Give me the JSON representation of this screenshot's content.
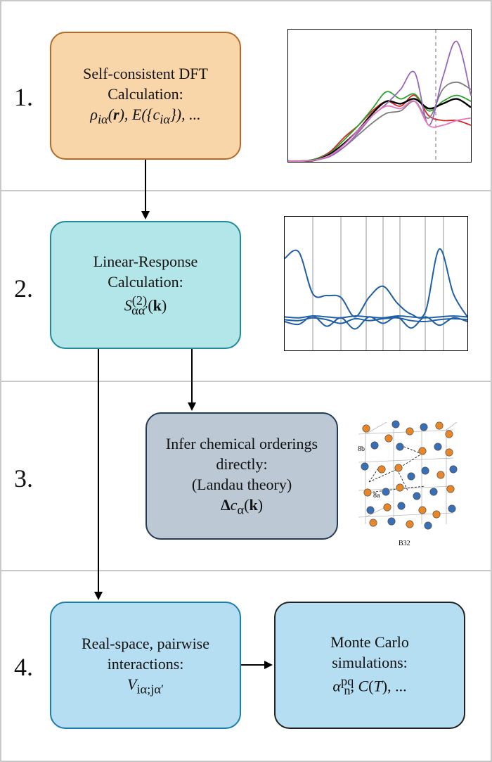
{
  "steps": [
    {
      "number": "1.",
      "lines": [
        "Self-consistent DFT",
        "Calculation:"
      ],
      "math": "ρ",
      "math_html": "ρ<sub>iα</sub>(<b>r</b>), <i>E</i>({<i>c</i><sub>iα</sub>}), ..."
    },
    {
      "number": "2.",
      "lines": [
        "Linear-Response",
        "Calculation:"
      ],
      "math_html": "<i>S</i><sup>(2)</sup><sub style=\"margin-left:-22px\">αα′</sub>(<b>k</b>)"
    },
    {
      "number": "3.",
      "lines": [
        "Infer chemical orderings",
        "directly:",
        "(Landau theory)"
      ],
      "math_html": "<b>Δ</b><i>c</i><sub>α</sub>(<b>k</b>)"
    },
    {
      "number": "4.",
      "lines": [
        "Real-space, pairwise",
        "interactions:"
      ],
      "math_html": "<i>V</i><sub>iα;jα′</sub>"
    },
    {
      "number": "",
      "lines": [
        "Monte Carlo",
        "simulations:"
      ],
      "math_html": "<i>α</i><sup>pq</sup><sub style=\"margin-left:-14px\">n</sub>, <i>C</i>(<i>T</i>), ..."
    }
  ],
  "crystal": {
    "site_labels": [
      "8b",
      "8a"
    ],
    "structure_label": "B32"
  },
  "colors": {
    "dft_fill": "#f9d6a9",
    "lr_fill": "#b3e6e8",
    "infer_fill": "#bcc8d4",
    "realspace_fill": "#b5def2",
    "atom_orange": "#e8862a",
    "atom_blue": "#3a6fb5",
    "line_blue": "#1f5fa6"
  },
  "chart_data": [
    {
      "type": "line",
      "description_free": true,
      "x": [
        0,
        1,
        2,
        3,
        4,
        5,
        6,
        7,
        8,
        9,
        10,
        11,
        12,
        13
      ],
      "series": [
        {
          "color": "#d62728",
          "values": [
            0,
            0,
            0.02,
            0.08,
            0.2,
            0.3,
            0.42,
            0.5,
            0.46,
            0.55,
            0.38,
            0.34,
            0.34,
            0.3
          ]
        },
        {
          "color": "#2ca02c",
          "values": [
            0,
            0,
            0.02,
            0.07,
            0.18,
            0.3,
            0.44,
            0.58,
            0.52,
            0.56,
            0.42,
            0.5,
            0.55,
            0.5
          ]
        },
        {
          "color": "#000000",
          "values": [
            0,
            0,
            0.01,
            0.06,
            0.15,
            0.26,
            0.4,
            0.5,
            0.48,
            0.52,
            0.44,
            0.48,
            0.52,
            0.45
          ]
        },
        {
          "color": "#7f7f7f",
          "values": [
            0,
            0,
            0.01,
            0.05,
            0.12,
            0.22,
            0.32,
            0.4,
            0.42,
            0.5,
            0.36,
            0.6,
            0.66,
            0.6
          ]
        },
        {
          "color": "#9467bd",
          "values": [
            0,
            0,
            0.01,
            0.04,
            0.12,
            0.24,
            0.38,
            0.48,
            0.6,
            0.74,
            0.3,
            0.7,
            1.0,
            0.55
          ]
        },
        {
          "color": "#e377c2",
          "values": [
            0,
            0,
            0.01,
            0.05,
            0.14,
            0.26,
            0.38,
            0.46,
            0.44,
            0.5,
            0.3,
            0.3,
            0.34,
            0.36
          ]
        }
      ],
      "vline_x": 10.5
    },
    {
      "type": "line",
      "x": [
        0,
        1,
        2,
        3,
        4,
        5,
        6,
        7,
        8,
        9,
        10,
        11,
        12,
        13
      ],
      "vlines_x": [
        2,
        4,
        5.8,
        7,
        8.2,
        10,
        11.3
      ],
      "series": [
        {
          "color": "#1f5fa6",
          "values": [
            0.68,
            0.75,
            0.3,
            0.28,
            0.26,
            0.05,
            0.26,
            0.38,
            0.2,
            0.08,
            0.1,
            0.78,
            0.3,
            0.05
          ]
        },
        {
          "color": "#1f5fa6",
          "values": [
            0.05,
            0.04,
            0.06,
            0.05,
            0.04,
            0.06,
            0.05,
            0.04,
            0.06,
            0.05,
            0.04,
            0.05,
            0.06,
            0.05
          ]
        },
        {
          "color": "#1f5fa6",
          "values": [
            0.02,
            0.01,
            0.04,
            0.02,
            -0.02,
            0.03,
            0.01,
            0.03,
            0.04,
            0.01,
            0.0,
            0.02,
            0.03,
            0.02
          ]
        },
        {
          "color": "#1f5fa6",
          "values": [
            0.0,
            -0.03,
            0.06,
            -0.05,
            0.04,
            -0.08,
            0.05,
            -0.02,
            0.05,
            -0.07,
            0.05,
            -0.04,
            0.04,
            0.0
          ]
        }
      ]
    }
  ]
}
